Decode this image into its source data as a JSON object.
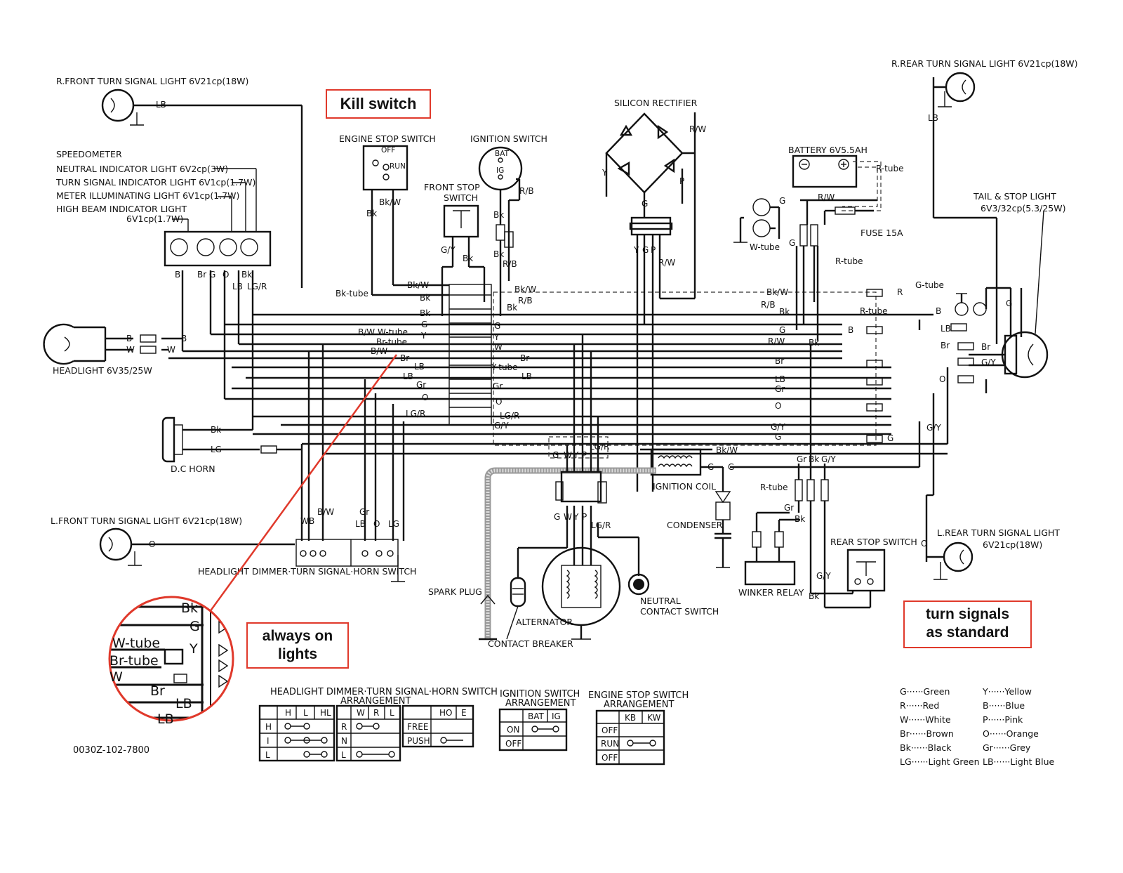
{
  "callouts": {
    "kill_switch": "Kill switch",
    "always_on": [
      "always on",
      "lights"
    ],
    "turn_signals": [
      "turn signals",
      "as standard"
    ]
  },
  "labels": {
    "r_front_turn": "R.FRONT TURN SIGNAL LIGHT 6V21cp(18W)",
    "r_rear_turn": "R.REAR TURN SIGNAL LIGHT 6V21cp(18W)",
    "speedometer": "SPEEDOMETER",
    "neutral_ind": "NEUTRAL INDICATOR LIGHT 6V2cp(3W)",
    "turn_ind": "TURN SIGNAL INDICATOR LIGHT 6V1cp(1.7W)",
    "meter_illum": "METER ILLUMINATING LIGHT 6V1cp(1.7W)",
    "high_beam_1": "HIGH BEAM INDICATOR LIGHT",
    "high_beam_2": "6V1cp(1.7W)",
    "engine_stop": "ENGINE STOP SWITCH",
    "ignition": "IGNITION SWITCH",
    "front_stop_1": "FRONT STOP",
    "front_stop_2": "SWITCH",
    "silicon_rect": "SILICON RECTIFIER",
    "battery": "BATTERY 6V5.5AH",
    "fuse": "FUSE 15A",
    "tail_stop_1": "TAIL & STOP LIGHT",
    "tail_stop_2": "6V3/32cp(5.3/25W)",
    "headlight": "HEADLIGHT 6V35/25W",
    "dc_horn": "D.C HORN",
    "l_front_turn": "L.FRONT TURN SIGNAL LIGHT 6V21cp(18W)",
    "dimmer_switch": "HEADLIGHT DIMMER·TURN SIGNAL·HORN SWITCH",
    "ignition_coil": "IGNITION COIL",
    "condenser": "CONDENSER",
    "spark_plug": "SPARK PLUG",
    "alternator": "ALTERNATOR",
    "contact_breaker": "CONTACT BREAKER",
    "neutral_contact_1": "NEUTRAL",
    "neutral_contact_2": "CONTACT SWITCH",
    "winker_relay": "WINKER RELAY",
    "rear_stop": "REAR STOP SWITCH",
    "l_rear_turn_1": "L.REAR TURN SIGNAL LIGHT",
    "l_rear_turn_2": "6V21cp(18W)",
    "part_code": "0030Z-102-7800"
  },
  "tubes": {
    "bk_tube": "Bk-tube",
    "w_tube": "W-tube",
    "br_tube": "Br-tube",
    "y_tube": "Y-tube",
    "r_tube": "R-tube",
    "g_tube": "G-tube"
  },
  "switch_states": {
    "es_off": "OFF",
    "es_run": "RUN",
    "ig_bat": "BAT",
    "ig_ig": "IG"
  },
  "wire_codes": {
    "B": "B",
    "W": "W",
    "Bk": "Bk",
    "G": "G",
    "Y": "Y",
    "R": "R",
    "P": "P",
    "O": "O",
    "Br": "Br",
    "Gr": "Gr",
    "LB": "LB",
    "LG": "LG",
    "BkW": "Bk/W",
    "RB": "R/B",
    "RW": "R/W",
    "GY": "G/Y",
    "LGR": "LG/R",
    "BW": "B/W"
  },
  "tables": {
    "dimmer_title_1": "HEADLIGHT DIMMER·TURN SIGNAL·HORN SWITCH",
    "dimmer_title_2": "ARRANGEMENT",
    "dimmer_cols": [
      "H",
      "L",
      "HL"
    ],
    "dimmer_rows": [
      "H",
      "I",
      "L"
    ],
    "turn_cols": [
      "W",
      "R",
      "L"
    ],
    "turn_rows": [
      "R",
      "N",
      "L"
    ],
    "horn_cols": [
      "HO",
      "E"
    ],
    "horn_rows": [
      "FREE",
      "PUSH"
    ],
    "ign_title_1": "IGNITION SWITCH",
    "ign_title_2": "ARRANGEMENT",
    "ign_cols": [
      "BAT",
      "IG"
    ],
    "ign_rows": [
      "ON",
      "OFF"
    ],
    "es_title_1": "ENGINE STOP SWITCH",
    "es_title_2": "ARRANGEMENT",
    "es_cols": [
      "KB",
      "KW"
    ],
    "es_rows": [
      "OFF",
      "RUN",
      "OFF"
    ]
  },
  "legend": {
    "left": [
      "G······Green",
      "R······Red",
      "W······White",
      "Br······Brown",
      "Bk······Black",
      "LG······Light Green"
    ],
    "right": [
      "Y······Yellow",
      "B······Blue",
      "P······Pink",
      "O······Orange",
      "Gr······Grey",
      "LB······Light Blue"
    ]
  },
  "zoom_inset": {
    "labels": [
      "Bk",
      "G",
      "W-tube",
      "Y",
      "Br-tube",
      "W",
      "Br",
      "LB",
      "LB"
    ]
  },
  "colors": {
    "callout_border": "#e0392b",
    "ink": "#111111",
    "pointer": "#e0392b"
  }
}
